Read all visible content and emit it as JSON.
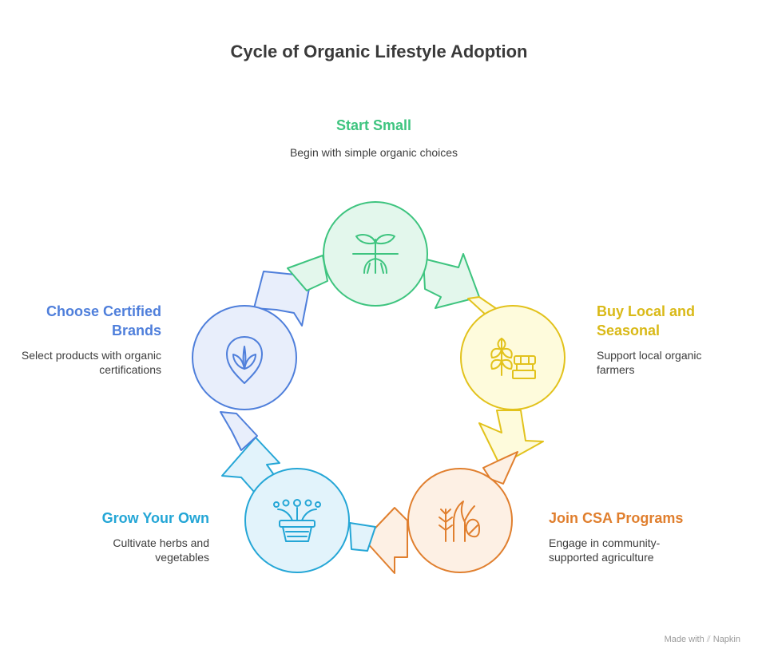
{
  "title": "Cycle of Organic Lifestyle Adoption",
  "steps": [
    {
      "heading": "Start Small",
      "description": "Begin with simple organic choices",
      "color": "#3ec47f",
      "fill": "#e3f7ec",
      "icon": "sprout-icon"
    },
    {
      "heading": "Buy Local and Seasonal",
      "description": "Support local organic farmers",
      "color": "#e2c21c",
      "fill": "#fefbdc",
      "icon": "wheat-market-icon"
    },
    {
      "heading": "Join CSA Programs",
      "description": "Engage in community-supported agriculture",
      "color": "#e07f2e",
      "fill": "#fdf0e4",
      "icon": "farm-plants-icon"
    },
    {
      "heading": "Grow Your Own",
      "description": "Cultivate herbs and vegetables",
      "color": "#24a6d6",
      "fill": "#e2f3fb",
      "icon": "potted-plant-icon"
    },
    {
      "heading": "Choose Certified Brands",
      "description": "Select products with organic certifications",
      "color": "#4f7fdb",
      "fill": "#e8eefb",
      "icon": "leaf-badge-icon"
    }
  ],
  "footer": {
    "made_with": "Made with",
    "brand": "Napkin"
  }
}
